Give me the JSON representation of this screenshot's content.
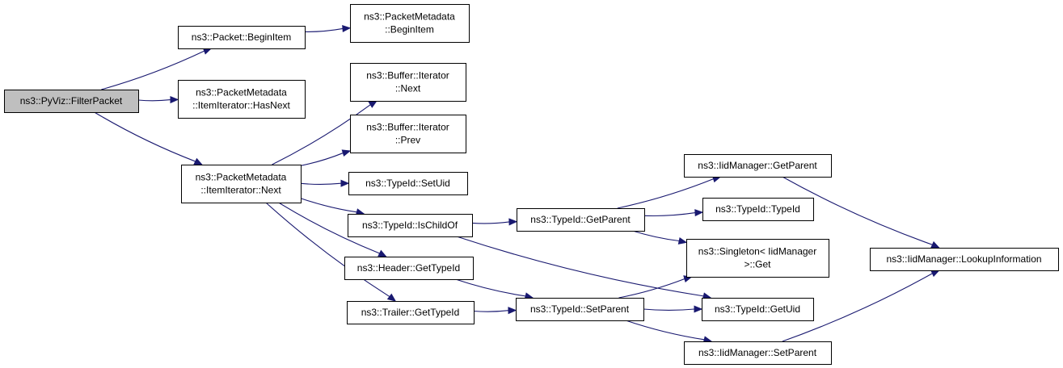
{
  "nodes": {
    "filter_packet": {
      "lines": [
        "ns3::PyViz::FilterPacket"
      ],
      "root": true
    },
    "packet_begin_item": {
      "lines": [
        "ns3::Packet::BeginItem"
      ]
    },
    "metadata_begin_item": {
      "lines": [
        "ns3::PacketMetadata",
        "::BeginItem"
      ]
    },
    "item_iter_has_next": {
      "lines": [
        "ns3::PacketMetadata",
        "::ItemIterator::HasNext"
      ]
    },
    "item_iter_next": {
      "lines": [
        "ns3::PacketMetadata",
        "::ItemIterator::Next"
      ]
    },
    "buffer_iter_next": {
      "lines": [
        "ns3::Buffer::Iterator",
        "::Next"
      ]
    },
    "buffer_iter_prev": {
      "lines": [
        "ns3::Buffer::Iterator",
        "::Prev"
      ]
    },
    "typeid_set_uid": {
      "lines": [
        "ns3::TypeId::SetUid"
      ]
    },
    "typeid_is_child_of": {
      "lines": [
        "ns3::TypeId::IsChildOf"
      ]
    },
    "header_get_typeid": {
      "lines": [
        "ns3::Header::GetTypeId"
      ]
    },
    "trailer_get_typeid": {
      "lines": [
        "ns3::Trailer::GetTypeId"
      ]
    },
    "typeid_get_parent": {
      "lines": [
        "ns3::TypeId::GetParent"
      ]
    },
    "typeid_set_parent": {
      "lines": [
        "ns3::TypeId::SetParent"
      ]
    },
    "iidmgr_get_parent": {
      "lines": [
        "ns3::IidManager::GetParent"
      ]
    },
    "typeid_typeid": {
      "lines": [
        "ns3::TypeId::TypeId"
      ]
    },
    "singleton_get": {
      "lines": [
        "ns3::Singleton< IidManager",
        ">::Get"
      ]
    },
    "typeid_get_uid": {
      "lines": [
        "ns3::TypeId::GetUid"
      ]
    },
    "iidmgr_set_parent": {
      "lines": [
        "ns3::IidManager::SetParent"
      ]
    },
    "iidmgr_lookup": {
      "lines": [
        "ns3::IidManager::LookupInformation"
      ]
    }
  },
  "edges": [
    [
      "filter_packet",
      "packet_begin_item"
    ],
    [
      "filter_packet",
      "item_iter_has_next"
    ],
    [
      "filter_packet",
      "item_iter_next"
    ],
    [
      "packet_begin_item",
      "metadata_begin_item"
    ],
    [
      "item_iter_next",
      "buffer_iter_next"
    ],
    [
      "item_iter_next",
      "buffer_iter_prev"
    ],
    [
      "item_iter_next",
      "typeid_set_uid"
    ],
    [
      "item_iter_next",
      "typeid_is_child_of"
    ],
    [
      "item_iter_next",
      "header_get_typeid"
    ],
    [
      "item_iter_next",
      "trailer_get_typeid"
    ],
    [
      "typeid_is_child_of",
      "typeid_get_parent"
    ],
    [
      "typeid_is_child_of",
      "typeid_get_uid"
    ],
    [
      "header_get_typeid",
      "typeid_set_parent"
    ],
    [
      "trailer_get_typeid",
      "typeid_set_parent"
    ],
    [
      "typeid_get_parent",
      "iidmgr_get_parent"
    ],
    [
      "typeid_get_parent",
      "typeid_typeid"
    ],
    [
      "typeid_get_parent",
      "singleton_get"
    ],
    [
      "typeid_set_parent",
      "singleton_get"
    ],
    [
      "typeid_set_parent",
      "typeid_get_uid"
    ],
    [
      "typeid_set_parent",
      "iidmgr_set_parent"
    ],
    [
      "iidmgr_get_parent",
      "iidmgr_lookup"
    ],
    [
      "iidmgr_set_parent",
      "iidmgr_lookup"
    ]
  ],
  "colors": {
    "edge": "#191970",
    "root_fill": "#bfbfbf",
    "node_fill": "#ffffff",
    "border": "#000000"
  }
}
